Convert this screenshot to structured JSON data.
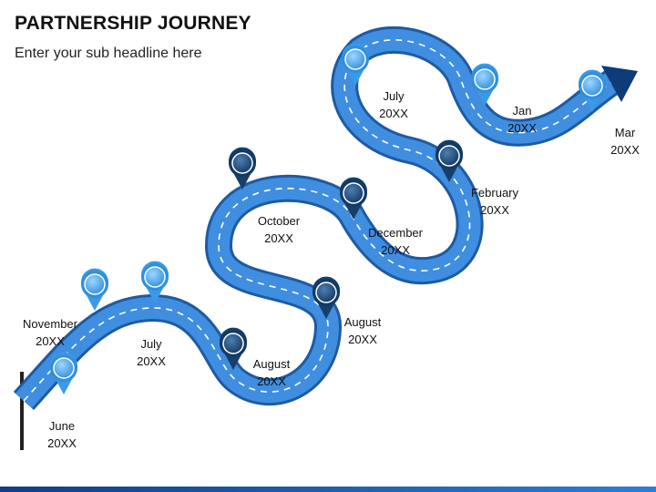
{
  "title": "PARTNERSHIP JOURNEY",
  "subtitle": "Enter your sub headline here",
  "colors": {
    "road_outer": "#1f5ea8",
    "road_inner": "#3f8fe0",
    "road_highlight": "#62b0f2",
    "pin_light": "#4aa8ee",
    "pin_dark": "#1b4a7a",
    "arrow": "#0d3c78",
    "bottom_bar": "#0f3f86"
  },
  "milestones": [
    {
      "month": "June",
      "year": "20XX",
      "pin": "light"
    },
    {
      "month": "November",
      "year": "20XX",
      "pin": "light"
    },
    {
      "month": "July",
      "year": "20XX",
      "pin": "light"
    },
    {
      "month": "August",
      "year": "20XX",
      "pin": "dark"
    },
    {
      "month": "August",
      "year": "20XX",
      "pin": "dark"
    },
    {
      "month": "October",
      "year": "20XX",
      "pin": "dark"
    },
    {
      "month": "December",
      "year": "20XX",
      "pin": "dark"
    },
    {
      "month": "February",
      "year": "20XX",
      "pin": "dark"
    },
    {
      "month": "July",
      "year": "20XX",
      "pin": "light"
    },
    {
      "month": "Jan",
      "year": "20XX",
      "pin": "light"
    },
    {
      "month": "Mar",
      "year": "20XX",
      "pin": "light"
    }
  ]
}
